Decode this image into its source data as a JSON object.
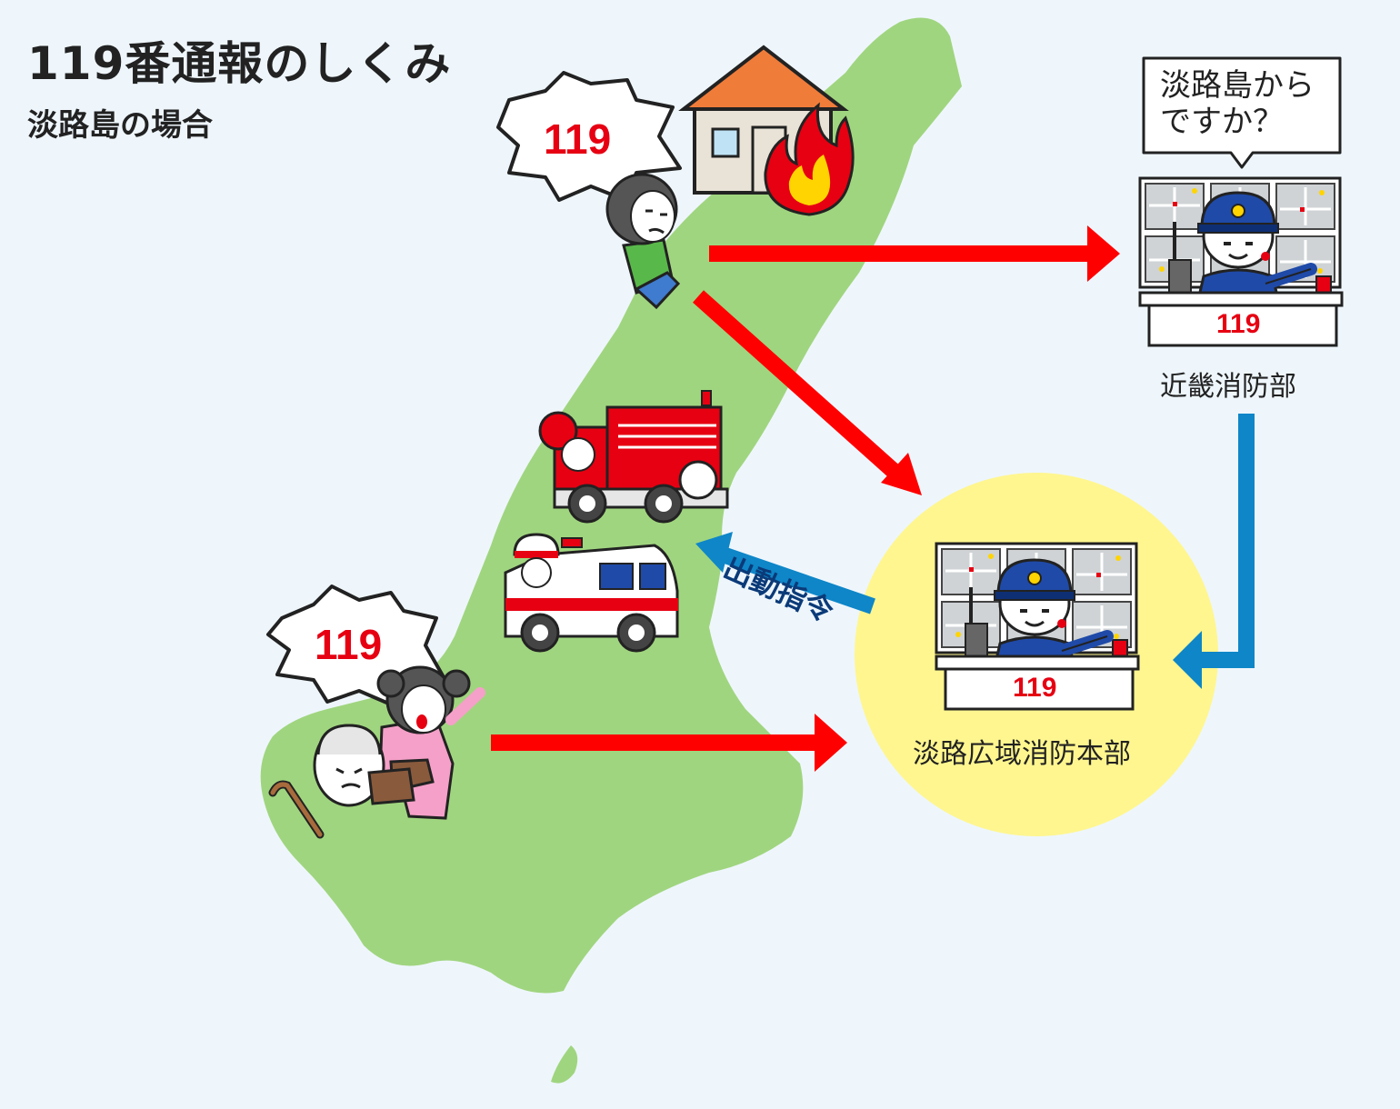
{
  "title": "119番通報のしくみ",
  "subtitle": "淡路島の場合",
  "callers": {
    "top": {
      "number": "119"
    },
    "bottom": {
      "number": "119"
    }
  },
  "kinki": {
    "label": "近畿消防部",
    "bubble_line1": "淡路島から",
    "bubble_line2": "ですか？",
    "desk_number": "119"
  },
  "awaji": {
    "label": "淡路広域消防本部",
    "desk_number": "119"
  },
  "dispatch_label": "出動指令",
  "colors": {
    "background": "#eef6fc",
    "island": "#a0d57f",
    "call_arrow": "#ff0000",
    "transfer_arrow": "#0e86c8",
    "hq_circle": "#fff68f"
  },
  "icons": [
    "house-icon",
    "fire-icon",
    "fire-engine-icon",
    "ambulance-icon",
    "operator-icon",
    "caller-person-icon",
    "fallen-elderly-icon"
  ]
}
